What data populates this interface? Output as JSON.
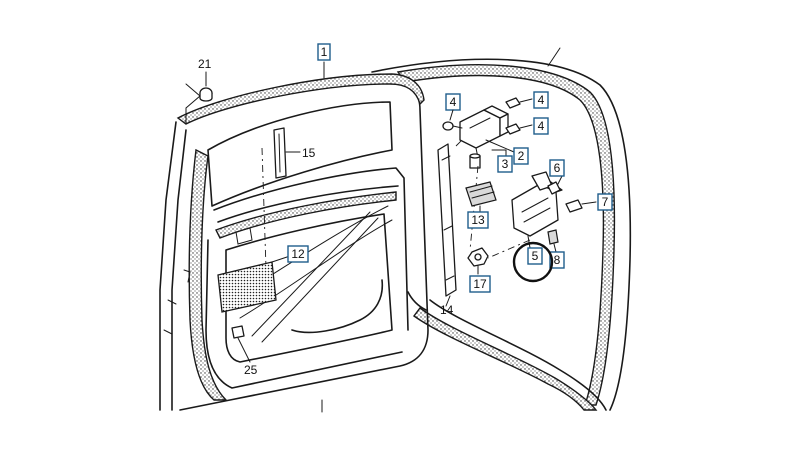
{
  "callouts": {
    "c21": "21",
    "c1": "1",
    "c4a": "4",
    "c4b": "4",
    "c4c": "4",
    "c2": "2",
    "c3": "3",
    "c15": "15",
    "c6": "6",
    "c7": "7",
    "c13": "13",
    "c12": "12",
    "c5": "5",
    "c8": "8",
    "c17": "17",
    "c14": "14",
    "c25": "25"
  },
  "colors": {
    "line": "#1a1a1a",
    "callout_border": "#1f5d8c",
    "highlight_circle": "#111111"
  },
  "highlight": {
    "target": "5"
  }
}
